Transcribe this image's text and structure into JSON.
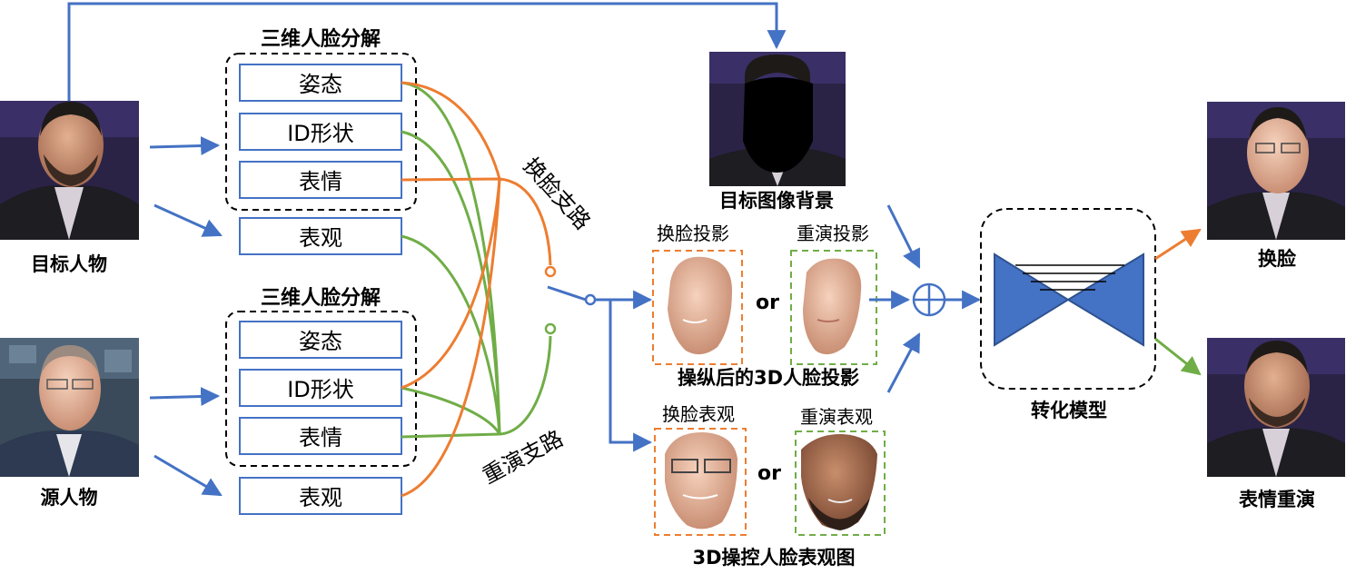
{
  "left": {
    "target_label": "目标人物",
    "source_label": "源人物"
  },
  "decomp": {
    "top_title": "三维人脸分解",
    "bottom_title": "三维人脸分解",
    "pose": "姿态",
    "id_shape": "ID形状",
    "expression": "表情",
    "appearance": "表观"
  },
  "branches": {
    "swap": "换脸支路",
    "reenact": "重演支路"
  },
  "middle": {
    "background_label": "目标图像背景",
    "swap_projection_label": "换脸投影",
    "reenact_projection_label": "重演投影",
    "or1": "or",
    "projection_caption": "操纵后的3D人脸投影",
    "swap_appearance_label": "换脸表观",
    "reenact_appearance_label": "重演表观",
    "or2": "or",
    "appearance_caption": "3D操控人脸表观图"
  },
  "right": {
    "model_label": "转化模型",
    "out_swap_label": "换脸",
    "out_reenact_label": "表情重演"
  },
  "colors": {
    "blue": "#4472C4",
    "orange": "#ED7D31",
    "green": "#70AD47"
  }
}
